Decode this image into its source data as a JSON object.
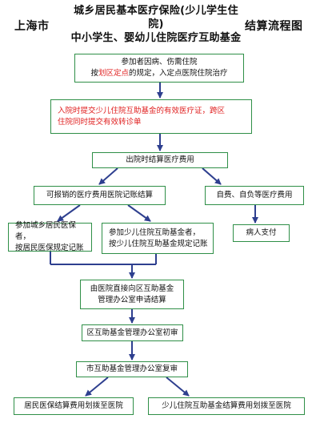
{
  "title": {
    "left": "上海市",
    "line1": "城乡居民基本医疗保险(少儿学生住院)",
    "line2": "中小学生、婴幼儿住院医疗互助基金",
    "right": "结算流程图"
  },
  "steps": {
    "s1_line1": "参加者因病、伤需住院",
    "s1_line2_pre": "按",
    "s1_line2_red": "划区定点",
    "s1_line2_post": "的规定，入定点医院住院治疗",
    "s2_line1": "入院时提交少儿住院互助基金的有效医疗证，跨区",
    "s2_line2": "住院同时提交有效转诊单",
    "s3": "出院时结算医疗费用",
    "s4a": "可报销的医疗费用医院记账结算",
    "s4b": "自费、自负等医疗费用",
    "s5a_line1": "参加城乡居民医保者，",
    "s5a_line2": "按居民医保规定记账",
    "s5b_line1": "参加少儿住院互助基金者，",
    "s5b_line2": "按少儿住院互助基金规定记账",
    "s5c": "病人支付",
    "s6_line1": "由医院直接向区互助基金",
    "s6_line2": "管理办公室申请结算",
    "s7": "区互助基金管理办公室初审",
    "s8": "市互助基金管理办公室复审",
    "s9a": "居民医保结算费用划拨至医院",
    "s9b": "少儿住院互助基金结算费用划拨至医院"
  },
  "colors": {
    "border": "#2f8f47",
    "arrow": "#2e3f8f",
    "highlight": "#e02020"
  }
}
